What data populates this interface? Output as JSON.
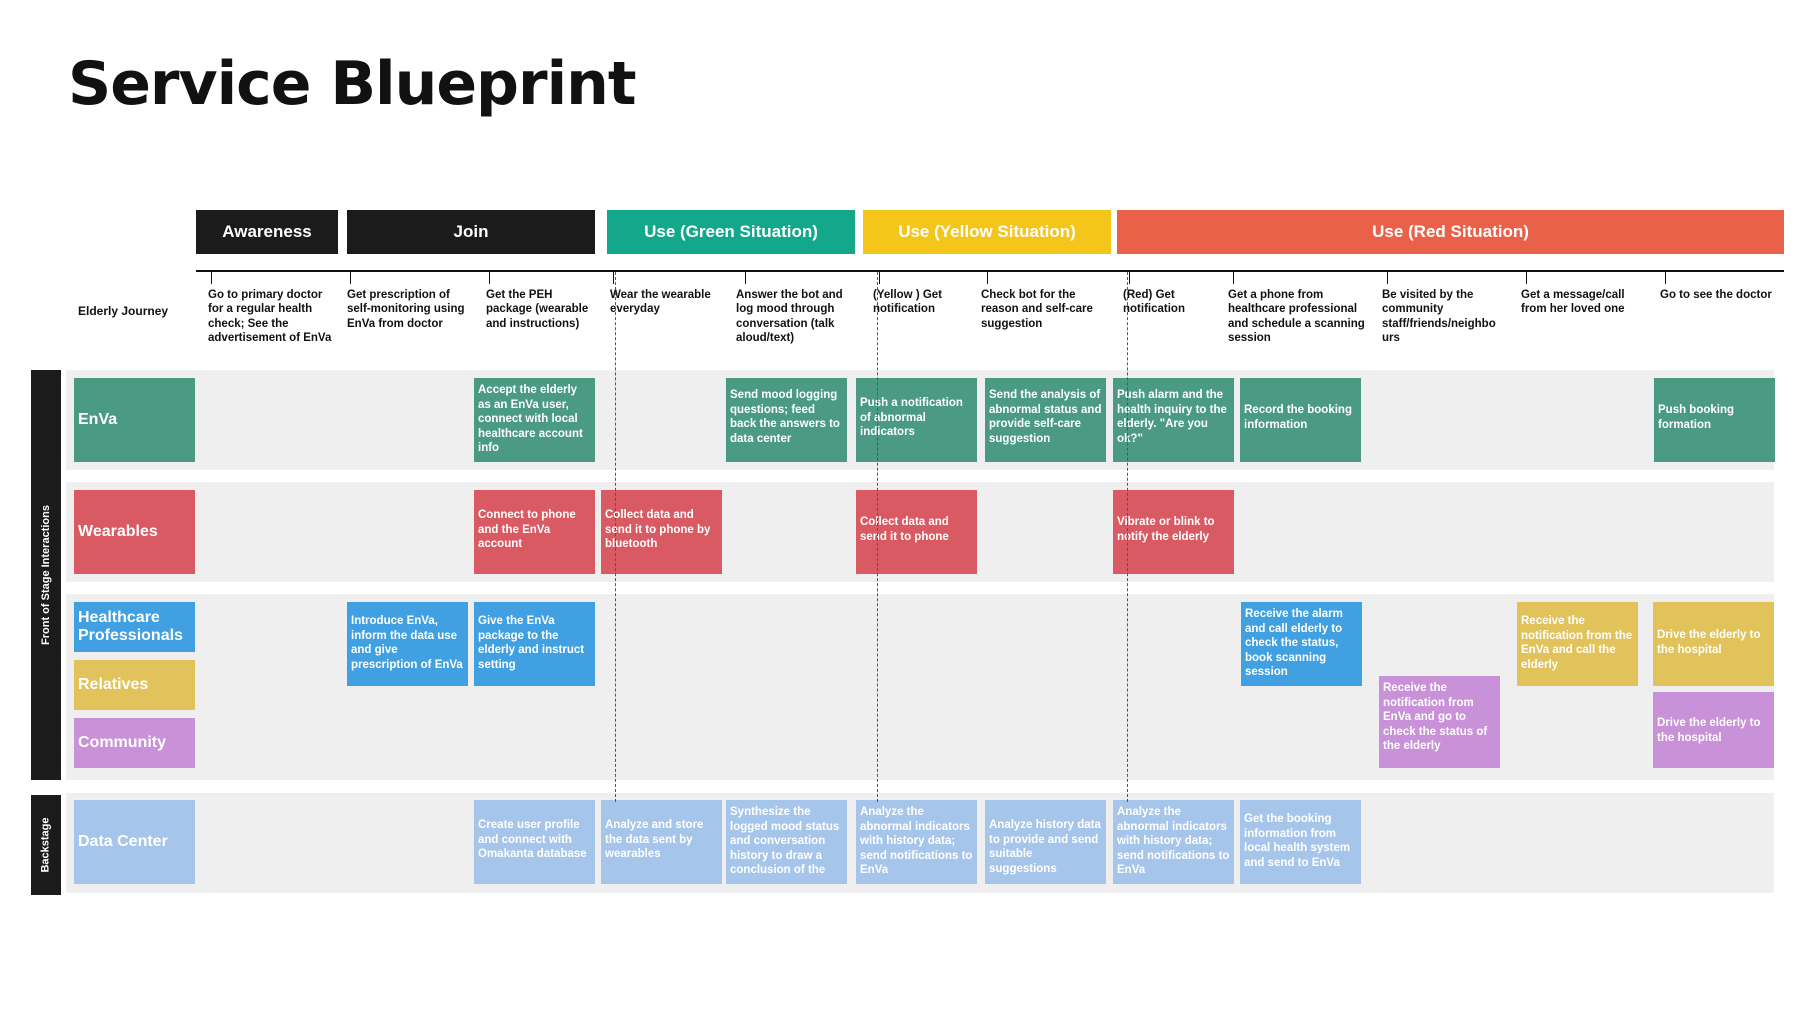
{
  "title": "Service Blueprint",
  "colors": {
    "awareness": "#1b1b1b",
    "join": "#1b1b1b",
    "green": "#13a88c",
    "yellow": "#f5c61a",
    "red": "#ea6149",
    "enva": "#4a9a84",
    "wearables": "#d95a63",
    "healthcare": "#40a0e2",
    "relatives": "#e2c25a",
    "community": "#c891d8",
    "datacenter": "#a6c5ea"
  },
  "phases": [
    {
      "label": "Awareness"
    },
    {
      "label": "Join"
    },
    {
      "label": "Use (Green Situation)"
    },
    {
      "label": "Use (Yellow Situation)"
    },
    {
      "label": "Use (Red Situation)"
    }
  ],
  "journey_label": "Elderly Journey",
  "steps": [
    "Go to primary doctor for a regular health check; See the advertisement of EnVa",
    "Get prescription of self-monitoring using EnVa from doctor",
    "Get the PEH package (wearable and instructions)",
    "Wear the wearable everyday",
    "Answer the bot and log mood through conversation (talk aloud/text)",
    "(Yellow ) Get notification",
    "Check bot for the reason and self-care suggestion",
    "(Red) Get notification",
    "Get a phone from healthcare professional and schedule a scanning session",
    "Be visited by the community staff/friends/neighbo urs",
    "Get a message/call from her loved one",
    "Go to see the doctor"
  ],
  "sections": {
    "front": "Front of Stage Interactions",
    "back": "Backstage"
  },
  "lanes": {
    "enva": "EnVa",
    "wearables": "Wearables",
    "healthcare": "Healthcare Professionals",
    "relatives": "Relatives",
    "community": "Community",
    "datacenter": "Data Center"
  },
  "cards": {
    "enva_accept": "Accept the elderly as an EnVa user, connect with local healthcare account info",
    "enva_mood": "Send mood logging questions; feed back the answers to data center",
    "enva_push_notif": "Push a notification of abnormal indicators",
    "enva_analysis": "Send the analysis of abnormal status and provide self-care suggestion",
    "enva_alarm": "Push alarm and the health inquiry to the elderly. \"Are you ok?\"",
    "enva_record": "Record the booking information",
    "enva_push_booking": "Push booking formation",
    "wear_connect": "Connect to phone and the EnVa account",
    "wear_collect1": "Collect data and send it to phone by bluetooth",
    "wear_collect2": "Collect data and send it to phone",
    "wear_vibrate": "Vibrate or blink to notify the elderly",
    "hp_introduce": "Introduce EnVa, inform the data use and give prescription of EnVa",
    "hp_give": "Give the EnVa package to the elderly and instruct setting",
    "hp_receive_alarm": "Receive the alarm and call elderly to check the status, book scanning session",
    "rel_receive": "Receive the notification from the EnVa and call the elderly",
    "rel_drive": "Drive the elderly to the hospital",
    "comm_receive": "Receive the notification from EnVa and go to check the status of the elderly",
    "comm_drive": "Drive the elderly to the hospital",
    "dc_create": "Create user profile and connect with Omakanta database",
    "dc_analyze_store": "Analyze and store the data sent by wearables",
    "dc_synthesize": "Synthesize the logged mood status and conversation history to draw a conclusion of the",
    "dc_analyze_abn1": "Analyze the abnormal indicators with history data; send notifications to EnVa",
    "dc_history": "Analyze history data to provide and send suitable suggestions",
    "dc_analyze_abn2": "Analyze the abnormal indicators with history data; send notifications to EnVa",
    "dc_booking": "Get the booking information from local health system and send to EnVa"
  }
}
